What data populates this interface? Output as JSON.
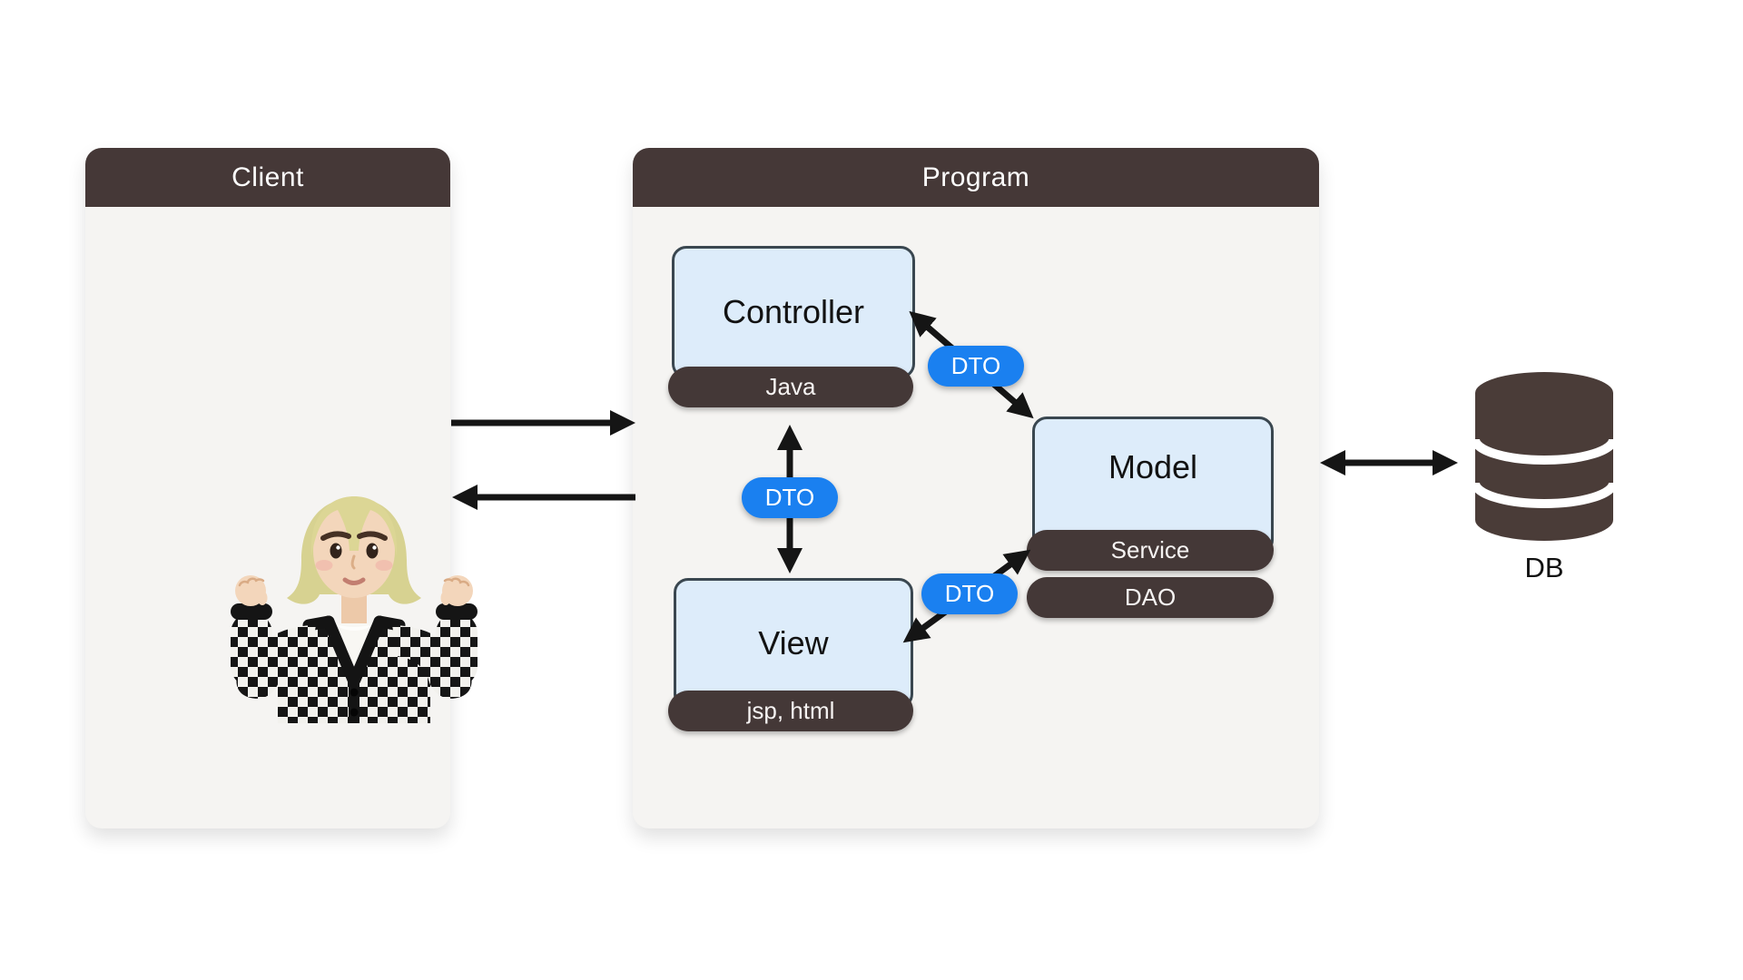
{
  "client_panel": {
    "title": "Client"
  },
  "program_panel": {
    "title": "Program",
    "controller": {
      "title": "Controller",
      "tech": "Java"
    },
    "view": {
      "title": "View",
      "tech": "jsp, html"
    },
    "model": {
      "title": "Model",
      "layers": [
        "Service",
        "DAO"
      ]
    },
    "dto_badges": [
      "DTO",
      "DTO",
      "DTO"
    ]
  },
  "database": {
    "label": "DB"
  },
  "icons": {
    "database": "database-cylinder-icon",
    "avatar": "client-user-avatar",
    "arrows": "black-flow-arrows"
  },
  "colors": {
    "header_brown": "#453837",
    "panel_gray": "#f5f4f2",
    "node_blue_fill": "#ddecfa",
    "node_border": "#3a4750",
    "pill_brown": "#443837",
    "dto_blue": "#1a80f0",
    "arrow_black": "#151515",
    "db_brown": "#4a3c38"
  }
}
